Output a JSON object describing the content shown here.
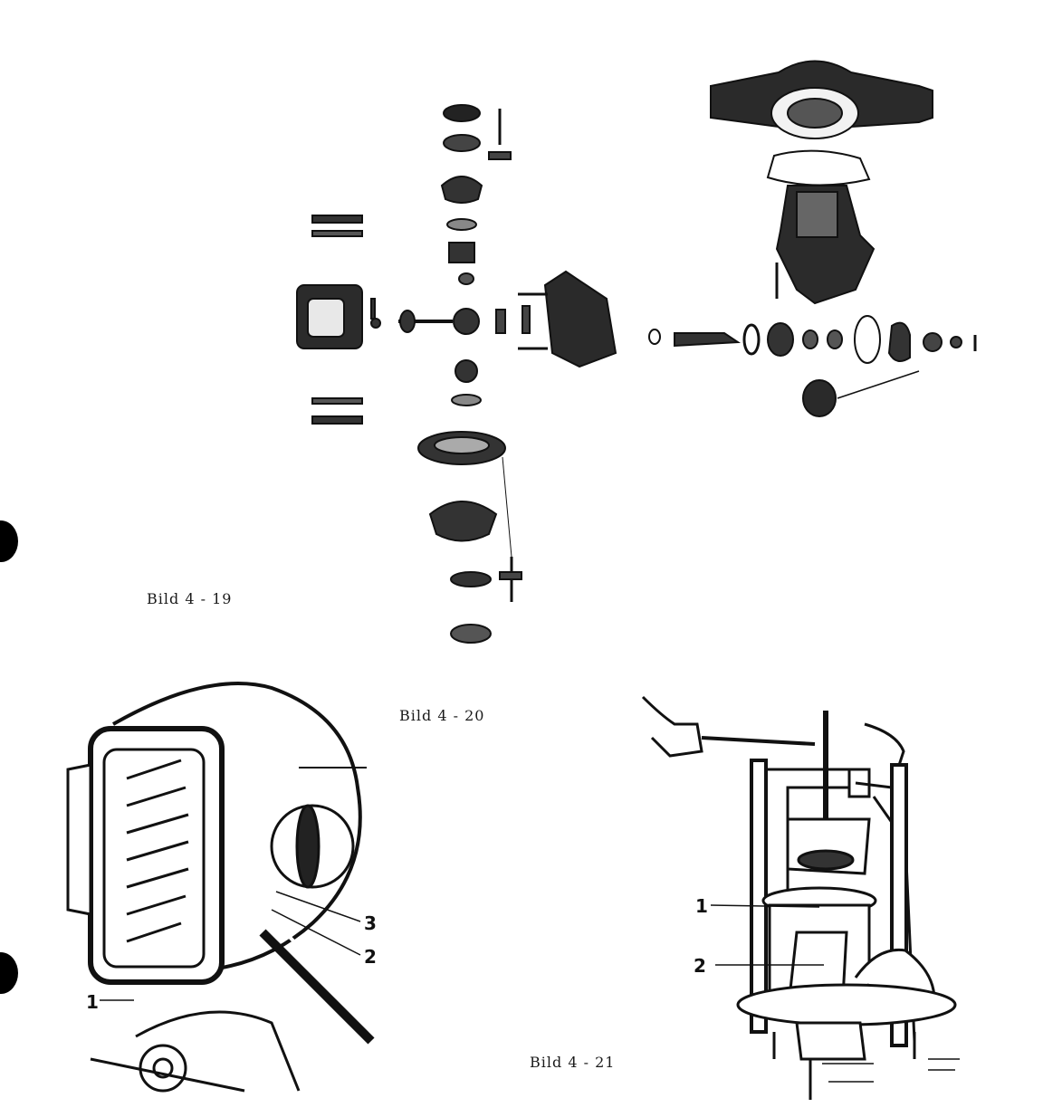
{
  "captions": {
    "fig19": "Bild 4 - 19",
    "fig20": "Bild 4 - 20",
    "fig21": "Bild 4 - 21"
  },
  "fig20_labels": {
    "l1": "1",
    "l2": "2",
    "l3": "3"
  },
  "fig21_labels": {
    "l1": "1",
    "l2": "2"
  },
  "colors": {
    "ink": "#111111",
    "paper": "#ffffff",
    "hole": "#000000"
  }
}
